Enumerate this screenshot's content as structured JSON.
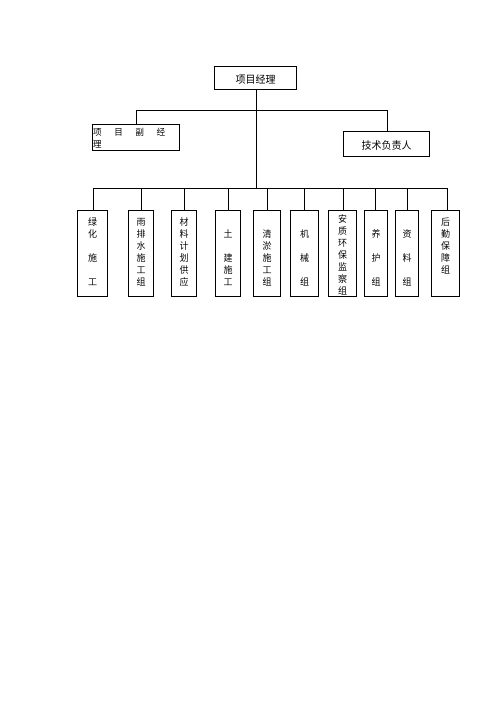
{
  "chart": {
    "root": "项目经理",
    "deputy": "项 目 副 经 理",
    "technical": "技术负责人",
    "groups": [
      {
        "id": "g1",
        "chars": [
          "绿",
          "化",
          "",
          "施",
          "",
          "工"
        ]
      },
      {
        "id": "g2",
        "chars": [
          "雨",
          "排",
          "水",
          "施",
          "工",
          "组"
        ]
      },
      {
        "id": "g3",
        "chars": [
          "材",
          "料",
          "计",
          "划",
          "供",
          "应"
        ]
      },
      {
        "id": "g4",
        "chars": [
          "",
          "土",
          "",
          "建",
          "施",
          "工"
        ]
      },
      {
        "id": "g5",
        "chars": [
          "",
          "清",
          "淤",
          "施",
          "工",
          "组"
        ]
      },
      {
        "id": "g6",
        "chars": [
          "",
          "机",
          "",
          "械",
          "",
          "组"
        ]
      },
      {
        "id": "g7",
        "chars": [
          "安",
          "质",
          "环",
          "保",
          "监",
          "察",
          "组"
        ]
      },
      {
        "id": "g8",
        "chars": [
          "",
          "养",
          "",
          "护",
          "",
          "组"
        ]
      },
      {
        "id": "g9",
        "chars": [
          "",
          "资",
          "",
          "料",
          "",
          "组"
        ]
      },
      {
        "id": "g10",
        "chars": [
          "后",
          "勤",
          "保",
          "障",
          "组"
        ]
      }
    ]
  }
}
